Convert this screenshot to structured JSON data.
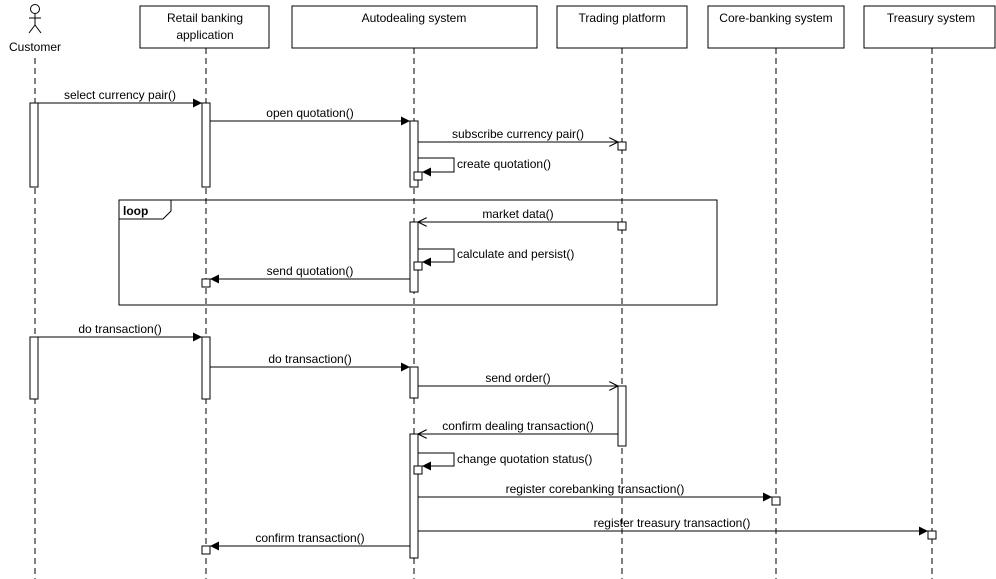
{
  "actor": {
    "name": "Customer"
  },
  "participants": [
    {
      "id": "retail",
      "label_lines": [
        "Retail banking",
        "application"
      ]
    },
    {
      "id": "autodealing",
      "label_lines": [
        "Autodealing system"
      ]
    },
    {
      "id": "trading",
      "label_lines": [
        "Trading platform"
      ]
    },
    {
      "id": "corebanking",
      "label_lines": [
        "Core-banking system"
      ]
    },
    {
      "id": "treasury",
      "label_lines": [
        "Treasury system"
      ]
    }
  ],
  "fragment": {
    "operator": "loop"
  },
  "messages": [
    {
      "id": "m1",
      "label": "select currency pair()"
    },
    {
      "id": "m2",
      "label": "open quotation()"
    },
    {
      "id": "m3",
      "label": "subscribe currency pair()"
    },
    {
      "id": "m4",
      "label": "create quotation()"
    },
    {
      "id": "m5",
      "label": "market data()"
    },
    {
      "id": "m6",
      "label": "calculate and persist()"
    },
    {
      "id": "m7",
      "label": "send quotation()"
    },
    {
      "id": "m8",
      "label": "do transaction()"
    },
    {
      "id": "m9",
      "label": "do transaction()"
    },
    {
      "id": "m10",
      "label": "send order()"
    },
    {
      "id": "m11",
      "label": "confirm dealing transaction()"
    },
    {
      "id": "m12",
      "label": "change quotation status()"
    },
    {
      "id": "m13",
      "label": "register corebanking transaction()"
    },
    {
      "id": "m14",
      "label": "register treasury transaction()"
    },
    {
      "id": "m15",
      "label": "confirm transaction()"
    }
  ]
}
